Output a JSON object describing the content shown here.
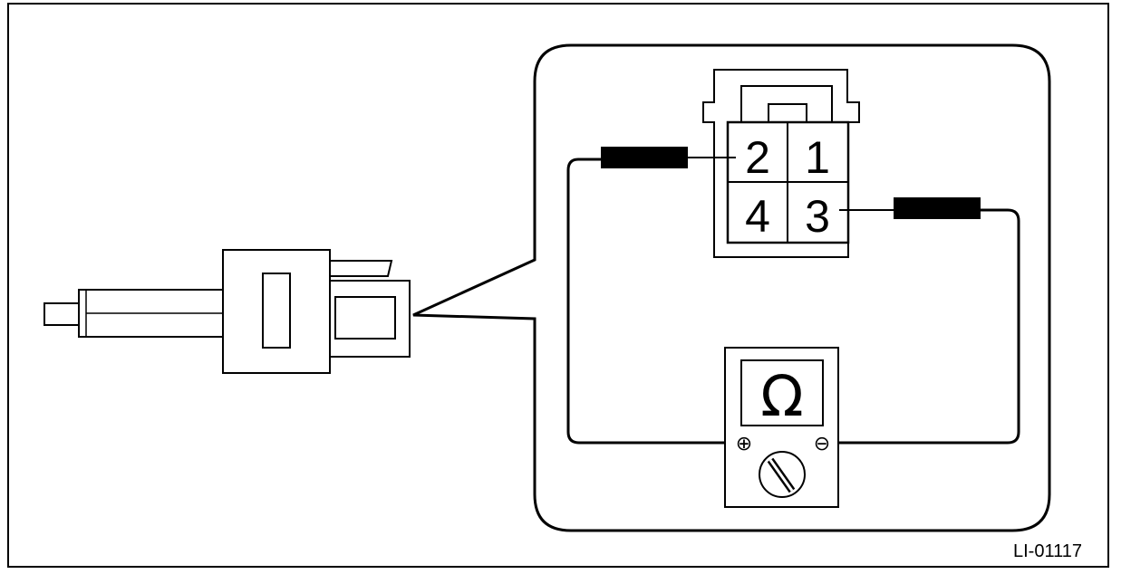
{
  "figure_id": "LI-01117",
  "connector": {
    "pins": [
      "2",
      "1",
      "4",
      "3"
    ]
  },
  "meter": {
    "display_symbol": "Ω",
    "positive_terminal": "⊕",
    "negative_terminal": "⊖"
  }
}
